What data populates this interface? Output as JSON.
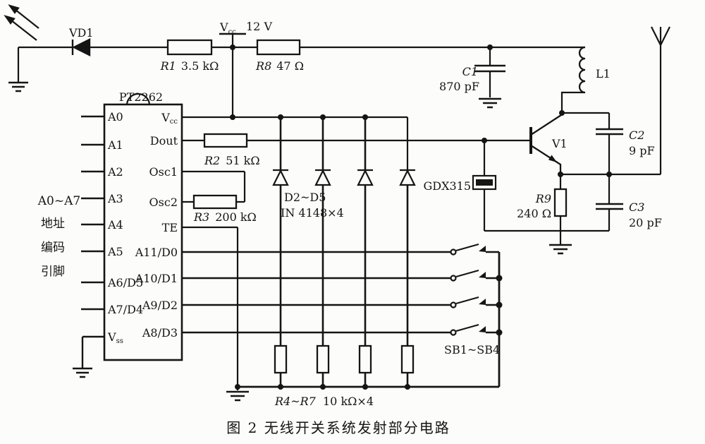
{
  "caption": "图 2 无线开关系统发射部分电路",
  "power": {
    "v": "V",
    "sub": "cc",
    "voltage": "12 V"
  },
  "components": {
    "vd1": "VD1",
    "r1": {
      "name": "R1",
      "value": "3.5 kΩ"
    },
    "r8": {
      "name": "R8",
      "value": "47 Ω"
    },
    "r2": {
      "name": "R2",
      "value": "51 kΩ"
    },
    "r3": {
      "name": "R3",
      "value": "200 kΩ"
    },
    "c1": {
      "name": "C1",
      "value": "870 pF"
    },
    "l1": "L1",
    "v1": "V1",
    "c2": {
      "name": "C2",
      "value": "9 pF"
    },
    "c3": {
      "name": "C3",
      "value": "20 pF"
    },
    "r9": {
      "name": "R9",
      "value": "240 Ω"
    },
    "crystal": "GDX315",
    "diodes": {
      "name": "D2~D5",
      "value": "IN 4148×4"
    },
    "switches": "SB1~SB4",
    "r4r7": {
      "name": "R4~R7",
      "value": "10 kΩ×4"
    }
  },
  "ic": {
    "title": "PT2262",
    "pins_left": [
      "A0",
      "A1",
      "A2",
      "A3",
      "A4",
      "A5",
      "A6/D5",
      "A7/D4"
    ],
    "pin_vss": {
      "base": "V",
      "sub": "ss"
    },
    "pin_vcc": {
      "base": "V",
      "sub": "cc"
    },
    "pins_right": [
      "Dout",
      "Osc1",
      "Osc2",
      "TE",
      "A11/D0",
      "A10/D1",
      "A9/D2",
      "A8/D3"
    ]
  },
  "side_note": {
    "range": "A0~A7",
    "line1": "地址",
    "line2": "编码",
    "line3": "引脚"
  }
}
